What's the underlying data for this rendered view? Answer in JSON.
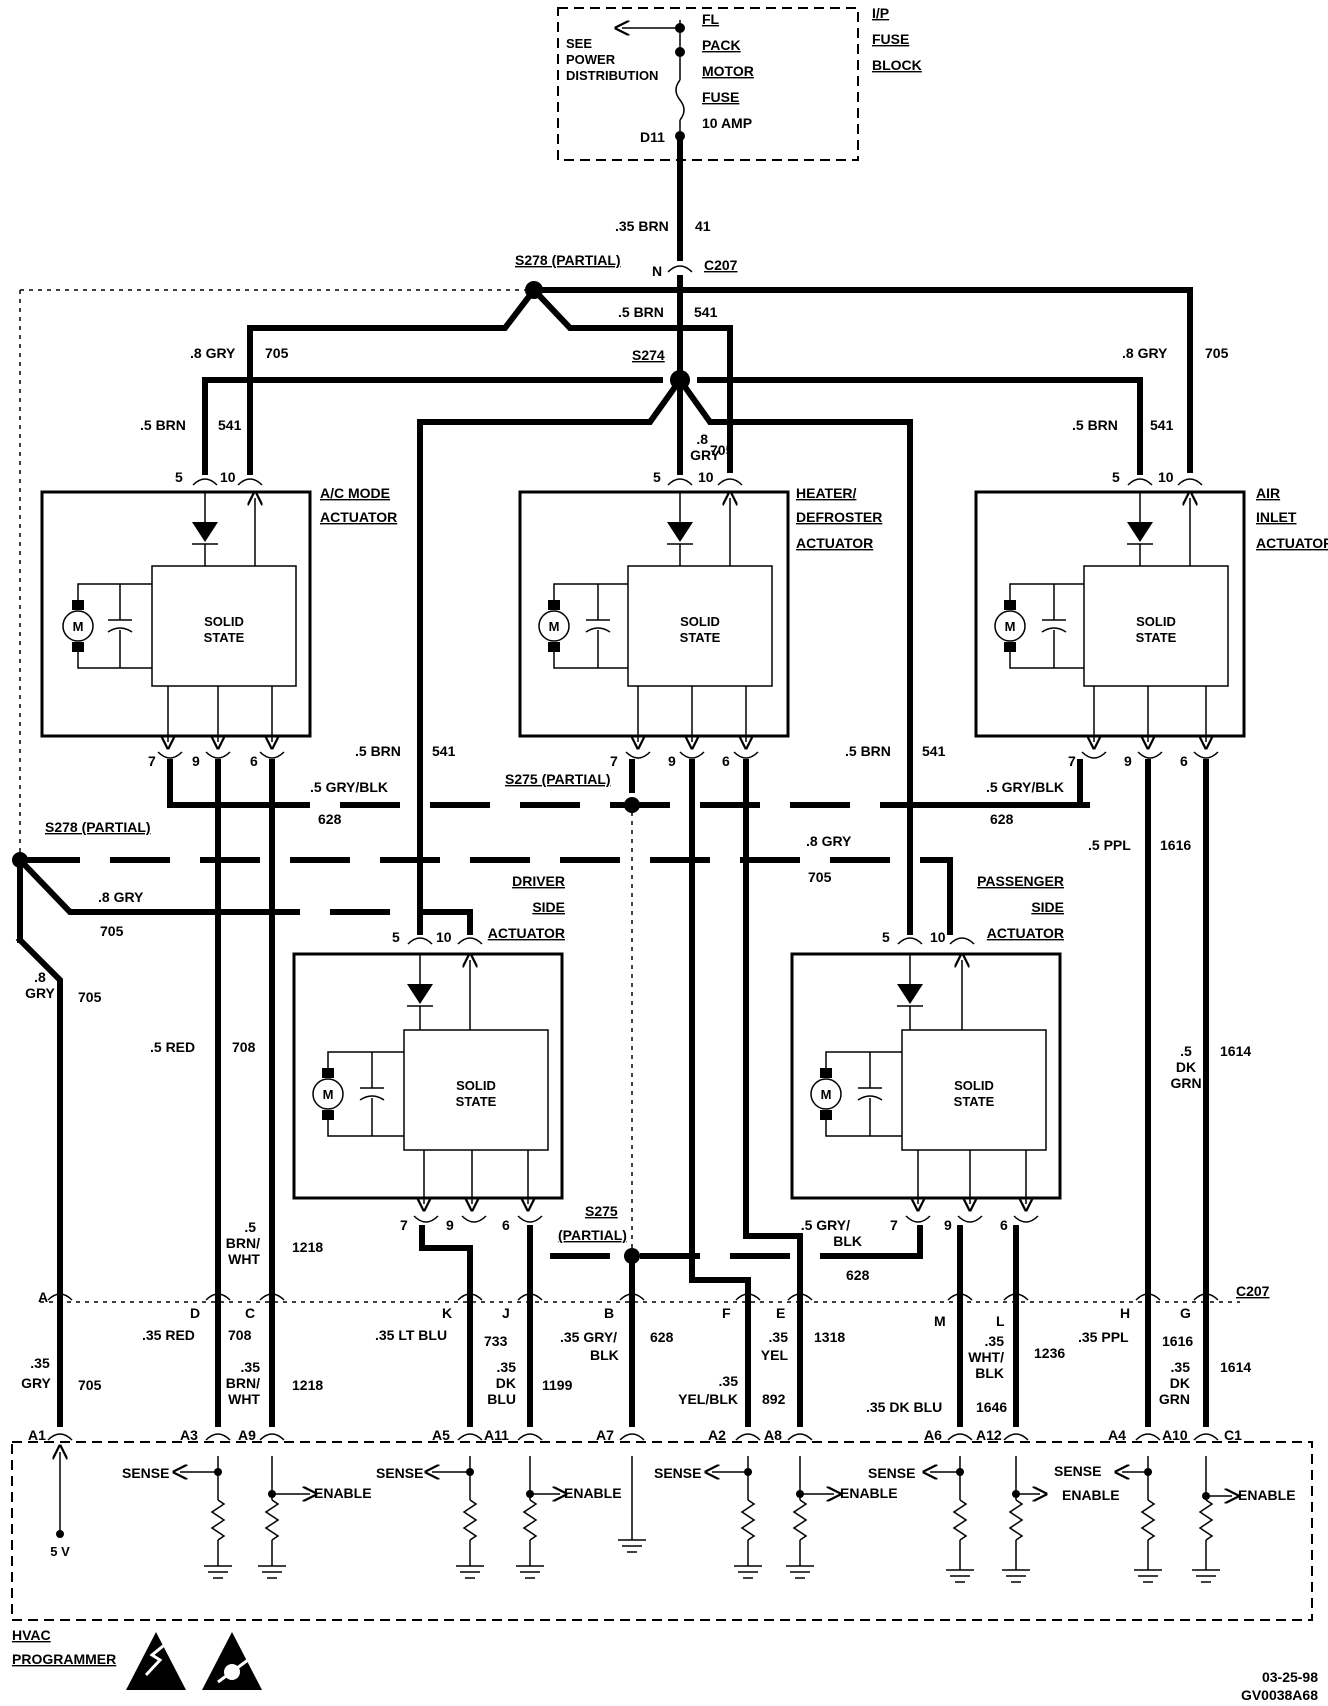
{
  "fuse_block": {
    "title_lines": [
      "I/P",
      "FUSE",
      "BLOCK"
    ],
    "see_lines": [
      "SEE",
      "POWER",
      "DISTRIBUTION"
    ],
    "fuse_lines": [
      "FL",
      "PACK",
      "MOTOR",
      "FUSE",
      "10 AMP"
    ],
    "terminal": "D11"
  },
  "feed": {
    "size_color": ".35 BRN",
    "circuit": "41",
    "connector_pin": "N",
    "connector": "C207"
  },
  "splices": {
    "s278_top": "S278 (PARTIAL)",
    "s274": "S274",
    "s275_top": "S275 (PARTIAL)",
    "s278_left": "S278 (PARTIAL)",
    "s275_bottom_lines": [
      "S275",
      "(PARTIAL)"
    ]
  },
  "actuators": {
    "ac_mode": {
      "title_lines": [
        "A/C MODE",
        "ACTUATOR"
      ]
    },
    "heater": {
      "title_lines": [
        "HEATER/",
        "DEFROSTER",
        "ACTUATOR"
      ]
    },
    "air_inlet": {
      "title_lines": [
        "AIR",
        "INLET",
        "ACTUATOR"
      ]
    },
    "driver": {
      "title_lines": [
        "DRIVER",
        "SIDE",
        "ACTUATOR"
      ]
    },
    "passenger": {
      "title_lines": [
        "PASSENGER",
        "SIDE",
        "ACTUATOR"
      ]
    },
    "solid_state_lines": [
      "SOLID",
      "STATE"
    ],
    "motor_symbol": "M",
    "pins": {
      "p5": "5",
      "p10": "10",
      "p7": "7",
      "p9": "9",
      "p6": "6"
    }
  },
  "wire_labels": {
    "brn541_mid": {
      "size": ".5 BRN",
      "circuit": "541"
    },
    "gry705_ac": {
      "size": ".8 GRY",
      "circuit": "705"
    },
    "brn541_ac": {
      "size": ".5 BRN",
      "circuit": "541"
    },
    "gry705_air": {
      "size": ".8 GRY",
      "circuit": "705"
    },
    "brn541_air": {
      "size": ".5 BRN",
      "circuit": "541"
    },
    "heater_gry_lines": [
      ".8",
      "GRY"
    ],
    "heater_gry_circuit": "705",
    "brn541_driver": {
      "size": ".5 BRN",
      "circuit": "541"
    },
    "brn541_pass": {
      "size": ".5 BRN",
      "circuit": "541"
    },
    "gryblk_left": {
      "size": ".5 GRY/BLK",
      "circuit": "628"
    },
    "gryblk_right": {
      "size": ".5 GRY/BLK",
      "circuit": "628"
    },
    "gry_mid": {
      "size": ".8 GRY",
      "circuit": "705"
    },
    "ppl": {
      "size": ".5 PPL",
      "circuit": "1616"
    },
    "gry_left": {
      "size": ".8 GRY",
      "circuit": "705"
    },
    "gry_vert_lines": [
      ".8",
      "GRY"
    ],
    "gry_vert_circuit": "705",
    "red": {
      "size": ".5 RED",
      "circuit": "708"
    },
    "dkgrn_lines": [
      ".5",
      "DK",
      "GRN"
    ],
    "dkgrn_circuit": "1614",
    "brnwht_lines": [
      ".5",
      "BRN/",
      "WHT"
    ],
    "brnwht_circuit": "1218",
    "gryblk_pass_lines": [
      ".5 GRY/",
      "BLK"
    ],
    "gryblk_pass_circuit": "628"
  },
  "c207_bottom": {
    "connector": "C207",
    "pins": [
      "A",
      "D",
      "C",
      "K",
      "J",
      "B",
      "F",
      "E",
      "M",
      "L",
      "H",
      "G"
    ]
  },
  "lower_labels": {
    "a": {
      "lines": [
        ".35",
        "GRY"
      ],
      "circuit": "705"
    },
    "d": {
      "size": ".35 RED",
      "circuit": "708"
    },
    "c": {
      "lines": [
        ".35",
        "BRN/",
        "WHT"
      ],
      "circuit": "1218"
    },
    "k": {
      "size": ".35 LT BLU",
      "circuit": "733"
    },
    "j": {
      "lines": [
        ".35",
        "DK",
        "BLU"
      ],
      "circuit": "1199"
    },
    "b": {
      "lines": [
        ".35 GRY/",
        "BLK"
      ],
      "circuit": "628"
    },
    "f": {
      "lines": [
        ".35",
        "YEL/BLK"
      ],
      "circuit": "892"
    },
    "e": {
      "lines": [
        ".35",
        "YEL"
      ],
      "circuit": "1318"
    },
    "m": {
      "size": ".35 DK BLU",
      "circuit": "1646"
    },
    "l": {
      "lines": [
        ".35",
        "WHT/",
        "BLK"
      ],
      "circuit": "1236"
    },
    "h": {
      "size": ".35 PPL",
      "circuit": "1616"
    },
    "g": {
      "lines": [
        ".35",
        "DK",
        "GRN"
      ],
      "circuit": "1614"
    }
  },
  "programmer": {
    "title_lines": [
      "HVAC",
      "PROGRAMMER"
    ],
    "pins": [
      "A1",
      "A3",
      "A9",
      "A5",
      "A11",
      "A7",
      "A2",
      "A8",
      "A6",
      "A12",
      "A4",
      "A10",
      "C1"
    ],
    "sense": "SENSE",
    "enable": "ENABLE",
    "supply": "5 V"
  },
  "footer": {
    "date": "03-25-98",
    "code": "GV0038A68"
  }
}
